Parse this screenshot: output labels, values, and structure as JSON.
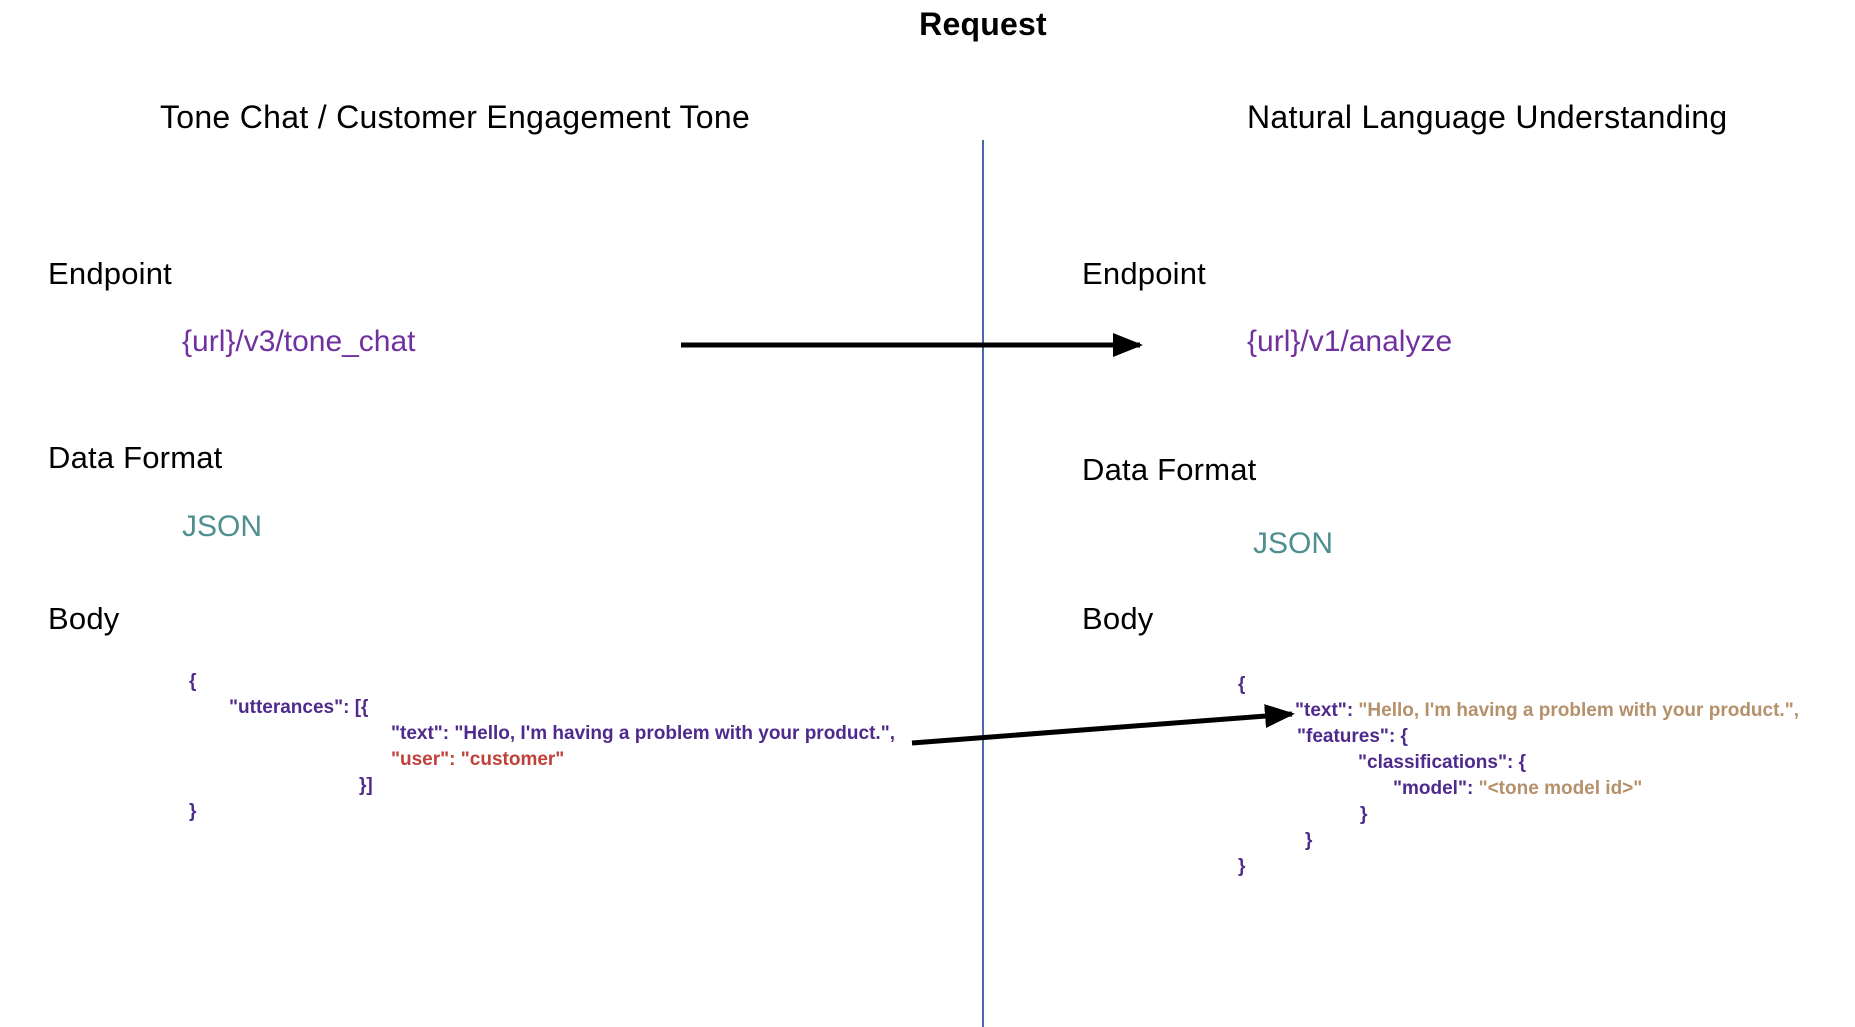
{
  "title": "Request",
  "colors": {
    "divider": "#4a69ad",
    "endpoint-purple": "#7030a0",
    "code-purple": "#4f2a8c",
    "code-red": "#c0403a",
    "code-tan": "#b5916b",
    "teal": "#4e8f8f",
    "arrow": "#000000"
  },
  "left": {
    "header": "Tone Chat / Customer Engagement Tone",
    "endpoint_label": "Endpoint",
    "endpoint_value": "{url}/v3/tone_chat",
    "data_format_label": "Data Format",
    "data_format_value": "JSON",
    "body_label": "Body",
    "code": {
      "l1": "{",
      "l2": "\"utterances\": [{",
      "l3": "\"text\": \"Hello, I'm having a problem with your product.\",",
      "l4": "\"user\": \"customer\"",
      "l5": "}]",
      "l6": "}"
    }
  },
  "right": {
    "header": "Natural Language Understanding",
    "endpoint_label": "Endpoint",
    "endpoint_value": "{url}/v1/analyze",
    "data_format_label": "Data Format",
    "data_format_value": "JSON",
    "body_label": "Body",
    "code": {
      "l1": "{",
      "l2_key": "\"text\"",
      "l2_sep": ": ",
      "l2_value": "\"Hello, I'm having a problem with your product.\",",
      "l3": "\"features\": {",
      "l4": "\"classifications\": {",
      "l5_key": "\"model\"",
      "l5_sep": ": ",
      "l5_value": "\"<tone model id>\"",
      "l6": "}",
      "l7": "}",
      "l8": "}"
    }
  }
}
